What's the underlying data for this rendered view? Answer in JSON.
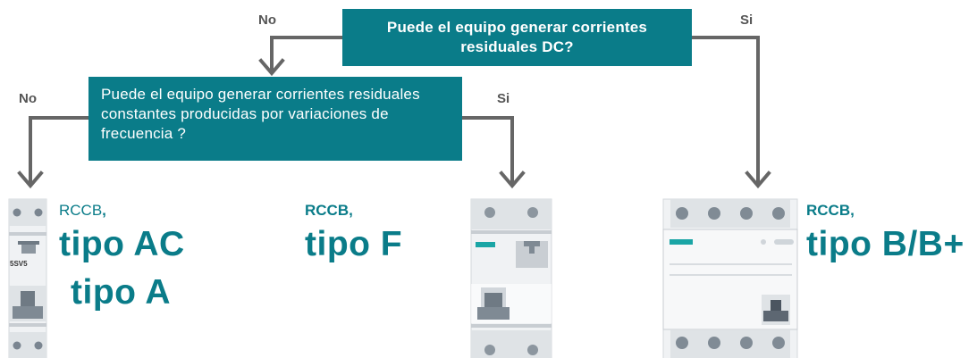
{
  "question_top": "Puede el equipo generar corrientes residuales DC?",
  "question_second": "Puede el equipo generar corrientes residuales constantes producidas por variaciones de frecuencia ?",
  "branch_labels": {
    "top_no": "No",
    "top_si": "Si",
    "second_no": "No",
    "second_si": "Si"
  },
  "outcomes": {
    "left": {
      "prefix": "RCCB",
      "suffix": ",",
      "type_line1": "tipo AC",
      "type_line2": "tipo A",
      "device_code": "5SV5"
    },
    "middle": {
      "prefix": "RCCB,",
      "type": "tipo F"
    },
    "right": {
      "prefix": "RCCB,",
      "type": "tipo B/B+"
    }
  },
  "colors": {
    "accent": "#0a7c89",
    "connector": "#666666",
    "device_body": "#f0f2f4",
    "device_terminal": "#d9dde1",
    "teal_mark": "#1aa5a5"
  },
  "icons": [
    "arrow-down-icon",
    "rccb-2pole-device-icon",
    "rccb-4pole-device-icon"
  ]
}
